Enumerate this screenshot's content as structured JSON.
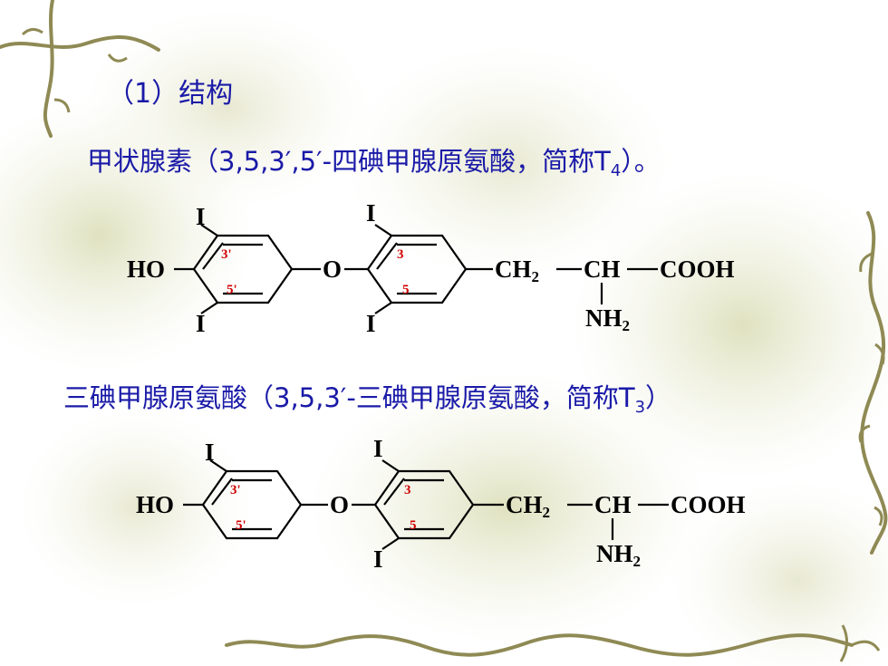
{
  "slide": {
    "section_heading": "（1）结构",
    "t4_caption": {
      "text": "甲状腺素（3,5,3′,5′-四碘甲腺原氨酸，简称T",
      "subscript": "4",
      "suffix": "）。"
    },
    "t3_caption": {
      "text": "三碘甲腺原氨酸（3,5,3′-三碘甲腺原氨酸，简称T",
      "subscript": "3",
      "suffix": "）"
    }
  },
  "t4_structure": {
    "hydroxyl": "HO",
    "bridge_oxygen": "O",
    "chain": {
      "ch2": "CH",
      "ch2_sub": "2",
      "ch": "CH",
      "cooh": "COOH",
      "nh2": "NH",
      "nh2_sub": "2"
    },
    "iodine": "I",
    "ring1_positions": [
      "3'",
      "5'"
    ],
    "ring2_positions": [
      "3",
      "5"
    ]
  },
  "t3_structure": {
    "hydroxyl": "HO",
    "bridge_oxygen": "O",
    "chain": {
      "ch2": "CH",
      "ch2_sub": "2",
      "ch": "CH",
      "cooh": "COOH",
      "nh2": "NH",
      "nh2_sub": "2"
    },
    "iodine": "I",
    "ring1_positions": [
      "3'",
      "5'"
    ],
    "ring2_positions": [
      "3",
      "5"
    ]
  },
  "colors": {
    "heading": "#1a1aa8",
    "position_numbers": "#d00000",
    "atoms": "#000000"
  }
}
